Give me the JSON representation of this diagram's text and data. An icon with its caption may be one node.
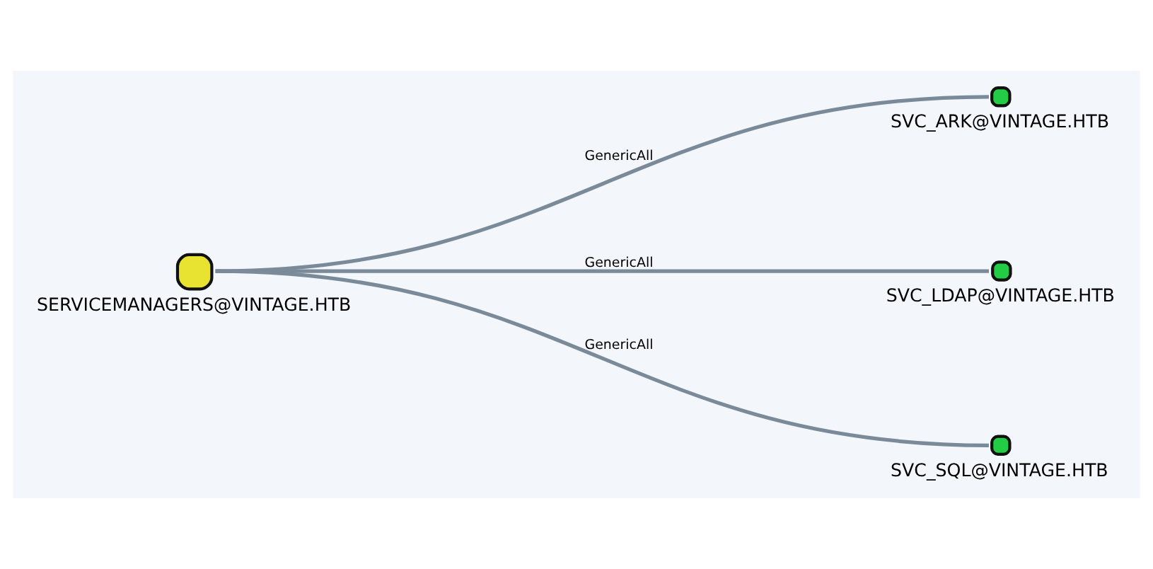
{
  "diagram": {
    "nodes": [
      {
        "text": [
          "SERVICEMANAGERS@VINTAGE.HTB"
        ]
      },
      {
        "text": [
          "SVC_ARK@VINTAGE.HTB"
        ]
      },
      {
        "text": [
          "SVC_LDAP@VINTAGE.HTB"
        ]
      },
      {
        "text": [
          "SVC_SQL@VINTAGE.HTB"
        ]
      }
    ],
    "edges": [
      {
        "from": 0,
        "to": 1,
        "arrow": "none",
        "label": "GenericAll"
      },
      {
        "from": 0,
        "to": 2,
        "arrow": "none",
        "label": "GenericAll"
      },
      {
        "from": 0,
        "to": 3,
        "arrow": "none",
        "label": "GenericAll"
      }
    ]
  }
}
